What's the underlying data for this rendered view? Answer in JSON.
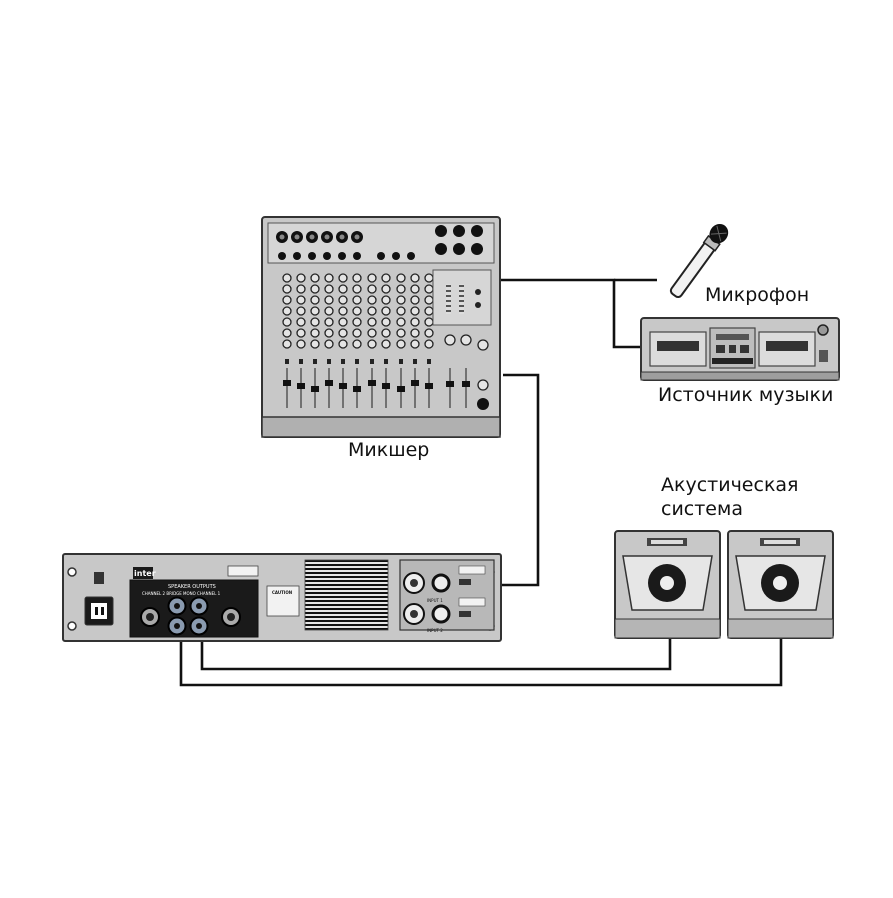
{
  "labels": {
    "microphone": "Микрофон",
    "music_source": "Источник музыки",
    "mixer": "Микшер",
    "speaker_system": "Акустическая система"
  },
  "amplifier_panel": {
    "brand": "inter",
    "speaker_outputs": "SPEAKER OUTPUTS",
    "channels": "CHANNEL 2  BRIDGE MONO  CHANNEL 1",
    "input_1": "INPUT 1",
    "input_2": "INPUT 2",
    "caution": "CAUTION"
  },
  "colors": {
    "equipment_fill": "#c8c8c8",
    "equipment_dark": "#4a4a4a",
    "panel_black": "#111111",
    "cable": "#111111"
  }
}
